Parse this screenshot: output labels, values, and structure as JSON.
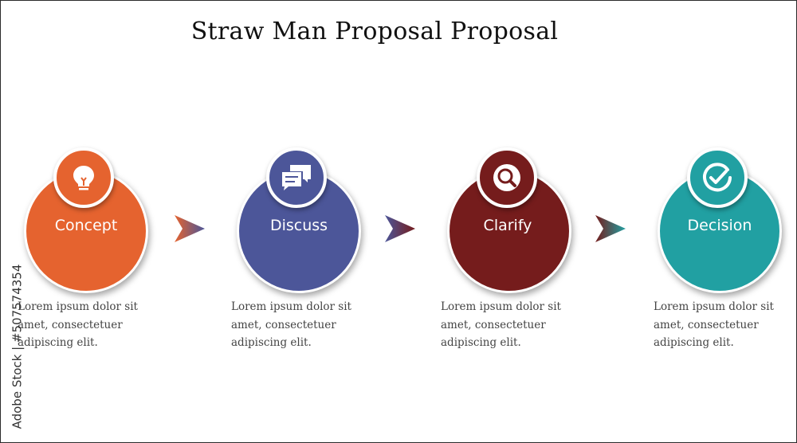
{
  "title": "Straw Man Proposal Proposal",
  "steps": [
    {
      "label": "Concept",
      "color": "#e5632f",
      "icon": "lightbulb-icon",
      "desc": [
        "Lorem ipsum dolor sit",
        "amet, consectetuer",
        "adipiscing elit."
      ]
    },
    {
      "label": "Discuss",
      "color": "#4c5699",
      "icon": "chat-bubbles-icon",
      "desc": [
        "Lorem ipsum dolor sit",
        "amet, consectetuer",
        "adipiscing elit."
      ]
    },
    {
      "label": "Clarify",
      "color": "#751c1c",
      "icon": "magnifier-icon",
      "desc": [
        "Lorem ipsum dolor sit",
        "amet, consectetuer",
        "adipiscing elit."
      ]
    },
    {
      "label": "Decision",
      "color": "#21a0a2",
      "icon": "check-circle-icon",
      "desc": [
        "Lorem ipsum dolor sit",
        "amet, consectetuer",
        "adipiscing elit."
      ]
    }
  ],
  "arrow_colors": [
    "#e5632f",
    "#4c5699"
  ],
  "watermark": "Adobe Stock | #507574354"
}
